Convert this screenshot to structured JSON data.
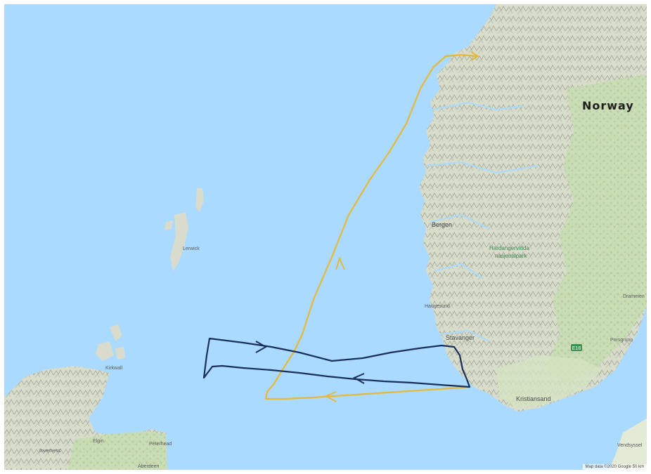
{
  "map": {
    "country_label": "Norway",
    "places": [
      {
        "id": "bergen",
        "name": "Bergen"
      },
      {
        "id": "haugesund",
        "name": "Haugesund"
      },
      {
        "id": "stavanger",
        "name": "Stavanger"
      },
      {
        "id": "kristiansand",
        "name": "Kristiansand"
      },
      {
        "id": "porsgrunn",
        "name": "Porsgrunn"
      },
      {
        "id": "drammen",
        "name": "Drammen"
      },
      {
        "id": "inverness",
        "name": "Inverness"
      },
      {
        "id": "aberdeen",
        "name": "Aberdeen"
      },
      {
        "id": "peterhead",
        "name": "Peterhead"
      },
      {
        "id": "elgin",
        "name": "Elgin"
      },
      {
        "id": "lerwick",
        "name": "Lerwick"
      },
      {
        "id": "kirkwall",
        "name": "Kirkwall"
      },
      {
        "id": "vendsyssel",
        "name": "Vendsyssel"
      }
    ],
    "parks": [
      {
        "id": "hardangervidda",
        "line1": "Hardangervidda",
        "line2": "nasjonalpark"
      }
    ],
    "road_shield": "E18",
    "attribution": "Map data ©2020 Google   50 km",
    "colors": {
      "water": "#aadaff",
      "land": "#e8ecdf",
      "forest": "#bcd9a8",
      "mountain": "#c7c9c0",
      "track_outbound": "#1a2f5a",
      "track_return": "#e6b93a"
    },
    "tracks": [
      {
        "id": "track-dark",
        "name": "",
        "color_key": "track_outbound"
      },
      {
        "id": "track-yellow",
        "name": "",
        "color_key": "track_return"
      }
    ]
  }
}
